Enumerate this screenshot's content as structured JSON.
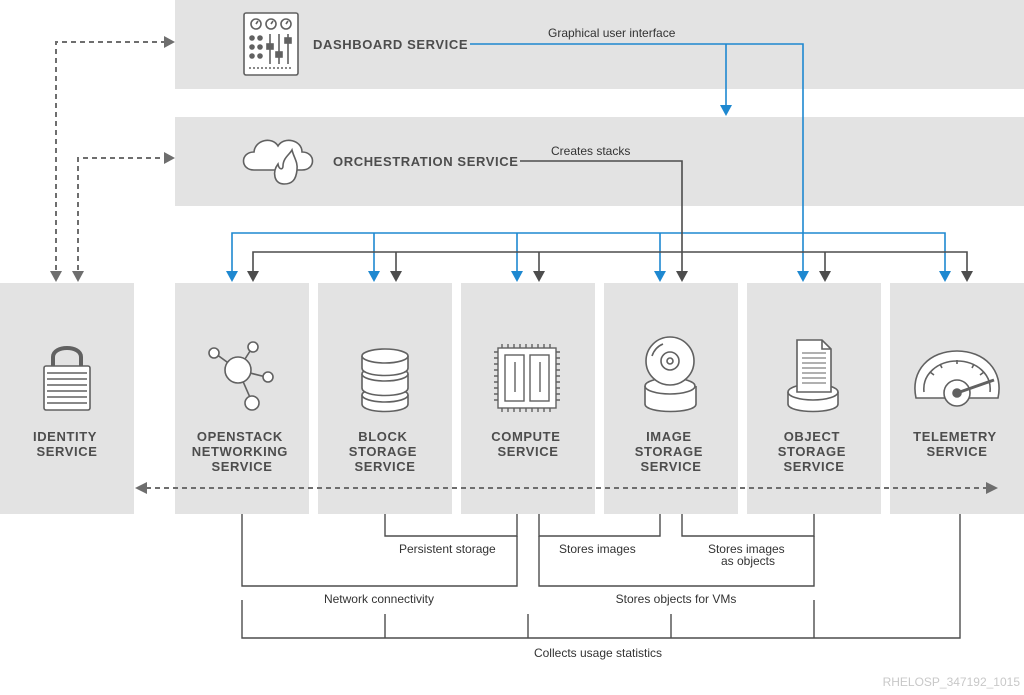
{
  "colors": {
    "panel": "#e3e3e3",
    "text": "#4d4d4d",
    "line_gray": "#4d4d4d",
    "line_blue": "#1e88d0",
    "dashed": "#6e6e6e",
    "icon": "#616161"
  },
  "dashboard": {
    "line1": "DASHBOARD SERVICE",
    "icon": "dashboard-control-panel-icon"
  },
  "orchestration": {
    "line1": "ORCHESTRATION SERVICE",
    "icon": "cloud-flame-icon"
  },
  "services": {
    "identity": {
      "line1": "IDENTITY",
      "line2": "SERVICE",
      "icon": "padlock-icon"
    },
    "networking": {
      "line1": "OPENSTACK",
      "line2": "NETWORKING",
      "line3": "SERVICE",
      "icon": "network-nodes-icon"
    },
    "block": {
      "line1": "BLOCK",
      "line2": "STORAGE",
      "line3": "SERVICE",
      "icon": "database-stack-icon"
    },
    "compute": {
      "line1": "COMPUTE",
      "line2": "SERVICE",
      "icon": "cpu-chip-icon"
    },
    "image": {
      "line1": "IMAGE",
      "line2": "STORAGE",
      "line3": "SERVICE",
      "icon": "disc-icon"
    },
    "object": {
      "line1": "OBJECT",
      "line2": "STORAGE",
      "line3": "SERVICE",
      "icon": "document-icon"
    },
    "telemetry": {
      "line1": "TELEMETRY",
      "line2": "SERVICE",
      "icon": "gauge-icon"
    }
  },
  "labels": {
    "graphical_ui": "Graphical user interface",
    "creates_stacks": "Creates stacks",
    "persistent_storage": "Persistent storage",
    "stores_images": "Stores images",
    "stores_images_objects_1": "Stores images",
    "stores_images_objects_2": "as objects",
    "network_connectivity": "Network connectivity",
    "stores_objects_vms": "Stores objects for VMs",
    "collects_usage": "Collects usage statistics"
  },
  "figure_id": "RHELOSP_347192_1015"
}
